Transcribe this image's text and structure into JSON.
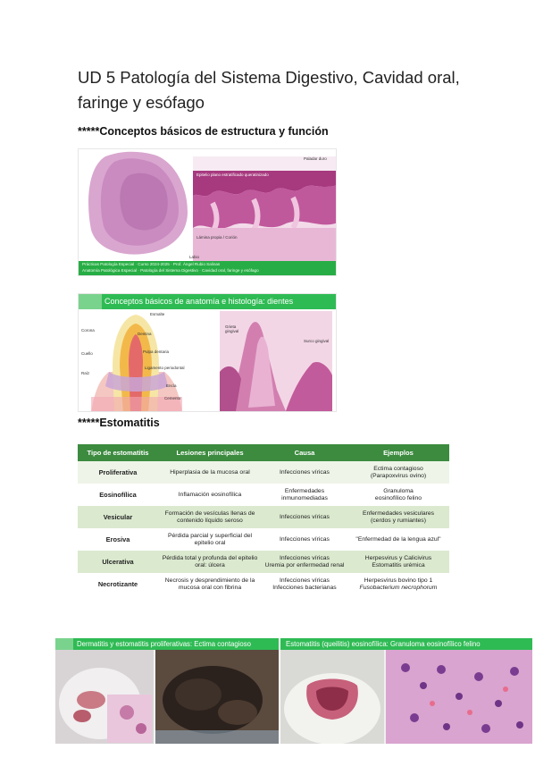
{
  "document": {
    "title_line1": "UD 5 Patología del Sistema Digestivo, Cavidad oral,",
    "title_line2": "faringe y esófago",
    "section1_heading": "*****Conceptos básicos de estructura y función",
    "section2_heading": "*****Estomatitis"
  },
  "slide1": {
    "label_palatal": "Paladar duro",
    "label_epithelium": "Epitelio plano estratificado queratinizado",
    "label_lamina": "Lámina propia / Corión",
    "label_labio": "Labio",
    "footer_line1": "Prácticas Patología Especial · Curso 2024-2025 · Prof. Ángel Rubio Salinas",
    "footer_line2": "Anatomía Patológica Especial · Patología del Sistema Digestivo · Cavidad oral, faringe y esófago"
  },
  "slide2": {
    "header": "Conceptos básicos de anatomía e histología: dientes",
    "labels": {
      "esmalte": "Esmalte",
      "dentina": "Dentina",
      "pulpa": "Pulpa dentaria",
      "ligamento": "Ligamento periodontal",
      "encia": "Encía",
      "cemento": "Cemento",
      "corona": "Corona",
      "cuello": "Cuello",
      "raiz": "Raíz",
      "grieta": "Grieta gingival",
      "surco": "Surco gingival"
    }
  },
  "table": {
    "headers": [
      "Tipo de estomatitis",
      "Lesiones principales",
      "Causa",
      "Ejemplos"
    ],
    "rows": [
      {
        "type": "Proliferativa",
        "lesion": "Hiperplasia de la mucosa oral",
        "cause": "Infecciones víricas",
        "example1": "Ectima contagioso",
        "example2": "(Parapoxvirus ovino)"
      },
      {
        "type": "Eosinofílica",
        "lesion": "Inflamación eosinofílica",
        "cause": "Enfermedades inmunomediadas",
        "example1": "Granuloma",
        "example2": "eosinofílico felino"
      },
      {
        "type": "Vesicular",
        "lesion": "Formación de vesículas llenas de contenido líquido seroso",
        "cause": "Infecciones víricas",
        "example1": "Enfermedades vesiculares",
        "example2": "(cerdos y rumiantes)"
      },
      {
        "type": "Erosiva",
        "lesion": "Pérdida parcial y superficial del epitelio oral",
        "cause": "Infecciones víricas",
        "example1": "\"Enfermedad de la lengua azul\"",
        "example2": ""
      },
      {
        "type": "Ulcerativa",
        "lesion": "Pérdida total y profunda del epitelio oral: úlcera",
        "cause": "Infecciones víricas",
        "cause2": "Uremia por enfermedad renal",
        "example1": "Herpesvirus y Calicivirus",
        "example2": "Estomatitis urémica"
      },
      {
        "type": "Necrotizante",
        "lesion": "Necrosis y desprendimiento de la mucosa oral con fibrina",
        "cause": "Infecciones víricas",
        "cause2": "Infecciones bacterianas",
        "example1": "Herpesvirus bovino tipo 1",
        "example2": "Fusobacterium necrophorum"
      }
    ]
  },
  "bottom": {
    "left_header": "Dermatitis y estomatitis proliferativas: Ectima contagioso",
    "right_header": "Estomatitis (queilitis) eosinofílica: Granuloma eosinofílico felino"
  }
}
